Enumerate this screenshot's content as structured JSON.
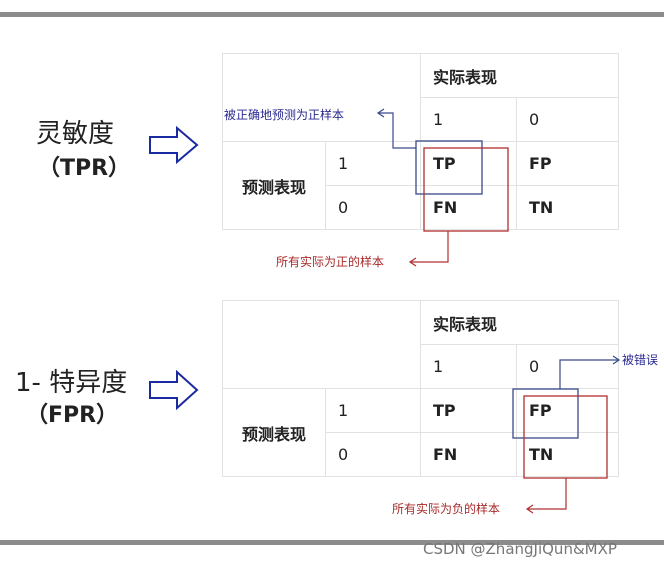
{
  "sections": [
    {
      "metric": "灵敏度",
      "abbr": "（TPR）",
      "actual_header": "实际表现",
      "predicted_header": "预测表现",
      "actual_values": [
        "1",
        "0"
      ],
      "predicted_values": [
        "1",
        "0"
      ],
      "cells": [
        [
          "TP",
          "FP"
        ],
        [
          "FN",
          "TN"
        ]
      ],
      "blue_note": "被正确地预测为正样本",
      "red_note": "所有实际为正的样本"
    },
    {
      "metric": "1- 特异度",
      "abbr": "（FPR）",
      "actual_header": "实际表现",
      "predicted_header": "预测表现",
      "actual_values": [
        "1",
        "0"
      ],
      "predicted_values": [
        "1",
        "0"
      ],
      "cells": [
        [
          "TP",
          "FP"
        ],
        [
          "FN",
          "TN"
        ]
      ],
      "blue_note": "被错误",
      "red_note": "所有实际为负的样本"
    }
  ],
  "watermark": "CSDN @ZhangJiQun&MXP",
  "colors": {
    "blue": "#3a4a8a",
    "red": "#b03030",
    "arrow": "#1a2aa0"
  }
}
